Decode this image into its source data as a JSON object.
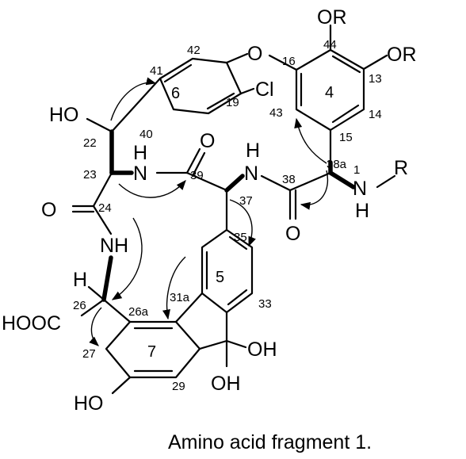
{
  "atoms": {
    "or_top": "OR",
    "or_right": "OR",
    "o_ether": "O",
    "cl": "Cl",
    "ho_22": "HO",
    "nh_23": "N",
    "h_23": "H",
    "o_39": "O",
    "h_37": "H",
    "n_37": "N",
    "n_38a": "N",
    "r_38a": "R",
    "h_38a": "H",
    "o_38": "O",
    "o_24": "O",
    "nh_24": "NH",
    "h_26": "H",
    "hooc": "HOOC",
    "oh_a": "OH",
    "oh_b": "OH",
    "ho_29": "HO"
  },
  "numbers": {
    "n44": "44",
    "n16": "16",
    "n13": "13",
    "n4": "4",
    "n42": "42",
    "n41": "41",
    "n6": "6",
    "n19": "19",
    "n43": "43",
    "n14": "14",
    "n15": "15",
    "n40": "40",
    "n22": "22",
    "n23": "23",
    "n39": "39",
    "n38": "38",
    "n38a": "38a",
    "n1": "1",
    "n37": "37",
    "n24": "24",
    "n35": "35",
    "n5": "5",
    "n33": "33",
    "n31a": "31a",
    "n26": "26",
    "n26a": "26a",
    "n7": "7",
    "n27": "27",
    "n29": "29"
  },
  "caption": "Amino acid fragment 1."
}
